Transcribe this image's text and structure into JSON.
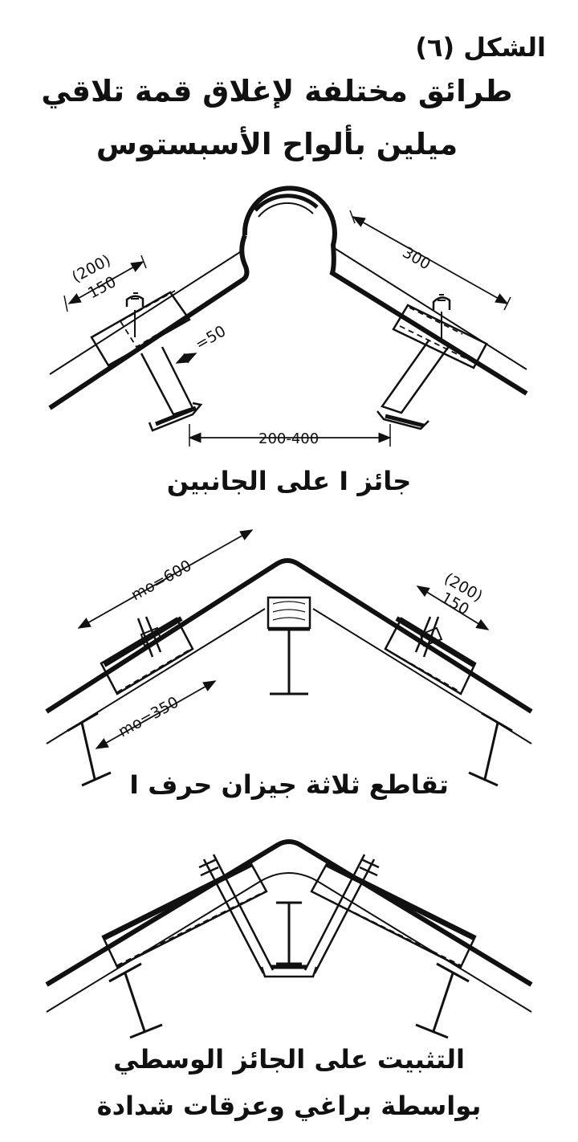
{
  "figure": {
    "number_label": "الشكل (٦)",
    "title_line1": "طرائق مختلفة لإغلاق قمة تلاقي",
    "title_line2": "ميلين بألواح الأسبستوس"
  },
  "diagram1": {
    "caption": "جائز I على الجانبين",
    "dims": {
      "left_alt": "(200)",
      "left_main": "150",
      "gap": "=50",
      "right": "300",
      "span": "200-400"
    }
  },
  "diagram2": {
    "caption": "تقاطع ثلاثة جيزان حرف I",
    "dims": {
      "upper": "mo=600",
      "lower": "mo=350",
      "right_alt": "(200)",
      "right_main": "150"
    }
  },
  "diagram3": {
    "caption_line1": "التثبيت على الجائز الوسطي",
    "caption_line2": "بواسطة براغي وعزقات شدادة"
  }
}
